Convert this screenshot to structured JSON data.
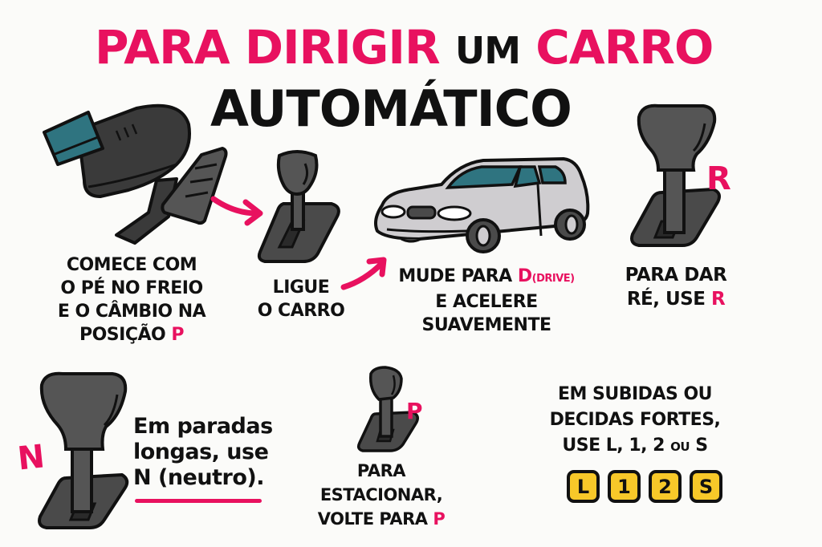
{
  "title": {
    "line1": {
      "part1": "PARA DIRIGIR",
      "part2": "UM",
      "part3": "CARRO"
    },
    "line2": "AUTOMÁTICO"
  },
  "colors": {
    "accent_pink": "#e8115f",
    "dark_gray": "#3a3a3a",
    "teal": "#2f7480",
    "car_silver": "#cfcdd0",
    "key_yellow": "#f7c829"
  },
  "steps": [
    {
      "id": "brake",
      "icon": "foot-on-brake-icon",
      "lines": [
        "COMECE COM",
        "O PÉ NO FREIO",
        "E O CÂMBIO NA"
      ],
      "last_line": "POSIÇÃO",
      "highlight": "P"
    },
    {
      "id": "start",
      "icon": "gear-shifter-icon",
      "lines": [
        "LIGUE",
        "O CARRO"
      ]
    },
    {
      "id": "drive",
      "icon": "car-icon",
      "line1": "MUDE PARA",
      "highlight": "D",
      "note": "(DRIVE)",
      "lines": [
        "E ACELERE",
        "SUAVEMENTE"
      ]
    },
    {
      "id": "reverse",
      "icon": "gear-shifter-icon",
      "gear_label": "R",
      "lines": [
        "PARA DAR"
      ],
      "last_line": "RÉ, USE",
      "highlight": "R"
    },
    {
      "id": "neutral",
      "icon": "gear-shifter-icon",
      "gear_label": "N",
      "lines": [
        "Em paradas",
        "longas, use",
        "N (neutro)."
      ]
    },
    {
      "id": "park",
      "icon": "gear-shifter-icon",
      "gear_label": "P",
      "lines": [
        "PARA",
        "ESTACIONAR,"
      ],
      "last_line": "VOLTE PARA",
      "highlight": "P"
    },
    {
      "id": "low",
      "lines": [
        "EM SUBIDAS OU",
        "DECIDAS FORTES,"
      ],
      "last_line_a": "USE L, 1, 2",
      "last_line_b": "OU",
      "last_line_c": "S",
      "keys": [
        "L",
        "1",
        "2",
        "S"
      ]
    }
  ]
}
